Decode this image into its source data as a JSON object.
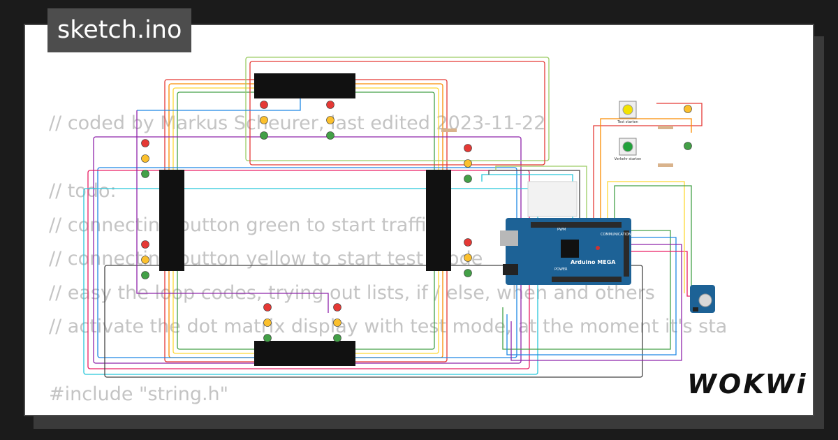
{
  "header": {
    "title": "sketch.ino"
  },
  "code": {
    "lines": [
      "// coded by Markus Scheurer, last edited 2023-11-22",
      "",
      "// todo:",
      "// connecting button green to start traffic",
      "// connecting button yellow to start test mode",
      "// easy the loop codes, trying out lists, if / else, when and others",
      "// activate the dot matrix display with test mode, at the moment it's sta",
      "",
      "#include \"string.h\""
    ]
  },
  "board": {
    "label": "Arduino MEGA",
    "sub_label": "COMMUNICATION",
    "pwm_label": "PWM",
    "power_label": "POWER"
  },
  "buttons": {
    "yellow_label": "Test starten",
    "green_label": "Verkehr starten"
  },
  "logo": {
    "text": "WOKWi"
  },
  "colors": {
    "board": "#1d6296",
    "card": "#ffffff",
    "title_bg": "#4d4d4d",
    "matrix": "#111111"
  }
}
